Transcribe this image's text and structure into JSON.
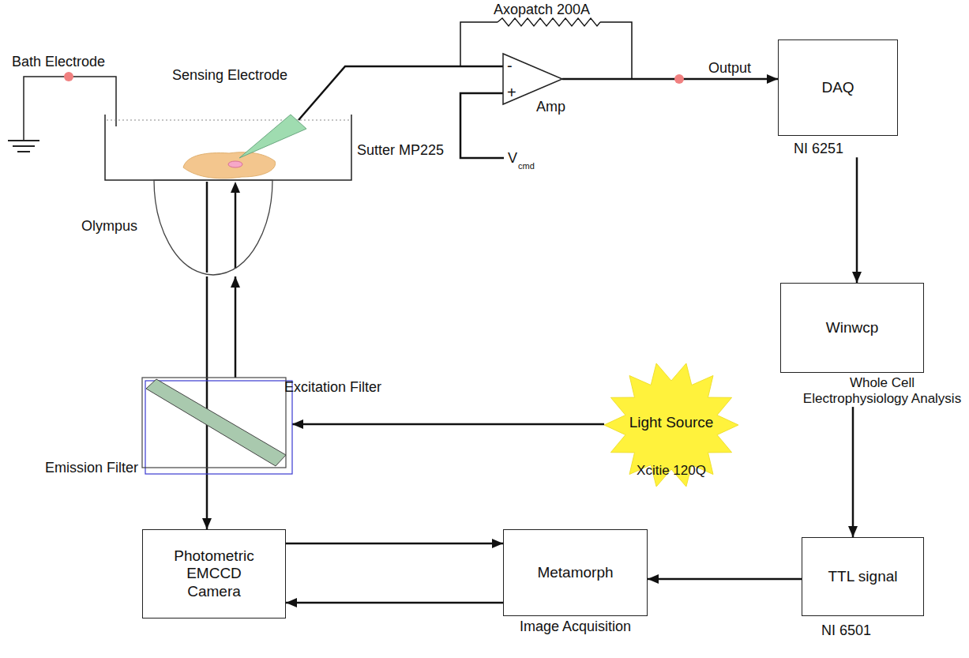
{
  "diagram": {
    "nodes": [
      {
        "text": [
          "-",
          "+",
          "Amp"
        ]
      },
      {
        "text": [
          "DAQ",
          "NI 6251"
        ]
      },
      {
        "text": [
          "Olympus"
        ]
      },
      {
        "text": [
          "Winwcp",
          "Whole Cell Electrophysiology Analysis"
        ]
      },
      {
        "text": [
          "Excitation Filter",
          "Emission Filter"
        ]
      },
      {
        "text": [
          "Light Source",
          "Xcitie 120Q"
        ]
      },
      {
        "text": [
          "Photometric EMCCD Camera"
        ]
      },
      {
        "text": [
          "Metamorph",
          "Image Acquisition"
        ]
      },
      {
        "text": [
          "TTL signal",
          "NI 6501"
        ]
      }
    ],
    "edges": [
      {
        "from": 0,
        "to": 1,
        "arrow": "to",
        "label": "Output"
      },
      {
        "from": 1,
        "to": 3,
        "arrow": "to"
      },
      {
        "from": 3,
        "to": 8,
        "arrow": "to"
      },
      {
        "from": 8,
        "to": 7,
        "arrow": "to"
      },
      {
        "from": 6,
        "to": 7,
        "arrow": "to"
      },
      {
        "from": 7,
        "to": 6,
        "arrow": "to"
      },
      {
        "from": 5,
        "to": 4,
        "arrow": "to"
      },
      {
        "from": 4,
        "to": 2,
        "arrow": "to"
      },
      {
        "from": 2,
        "to": 6,
        "arrow": "to"
      }
    ],
    "labels": [
      "Axopatch 200A",
      "Bath Electrode",
      "Sensing Electrode",
      "Sutter MP225",
      "V",
      "cmd"
    ]
  }
}
